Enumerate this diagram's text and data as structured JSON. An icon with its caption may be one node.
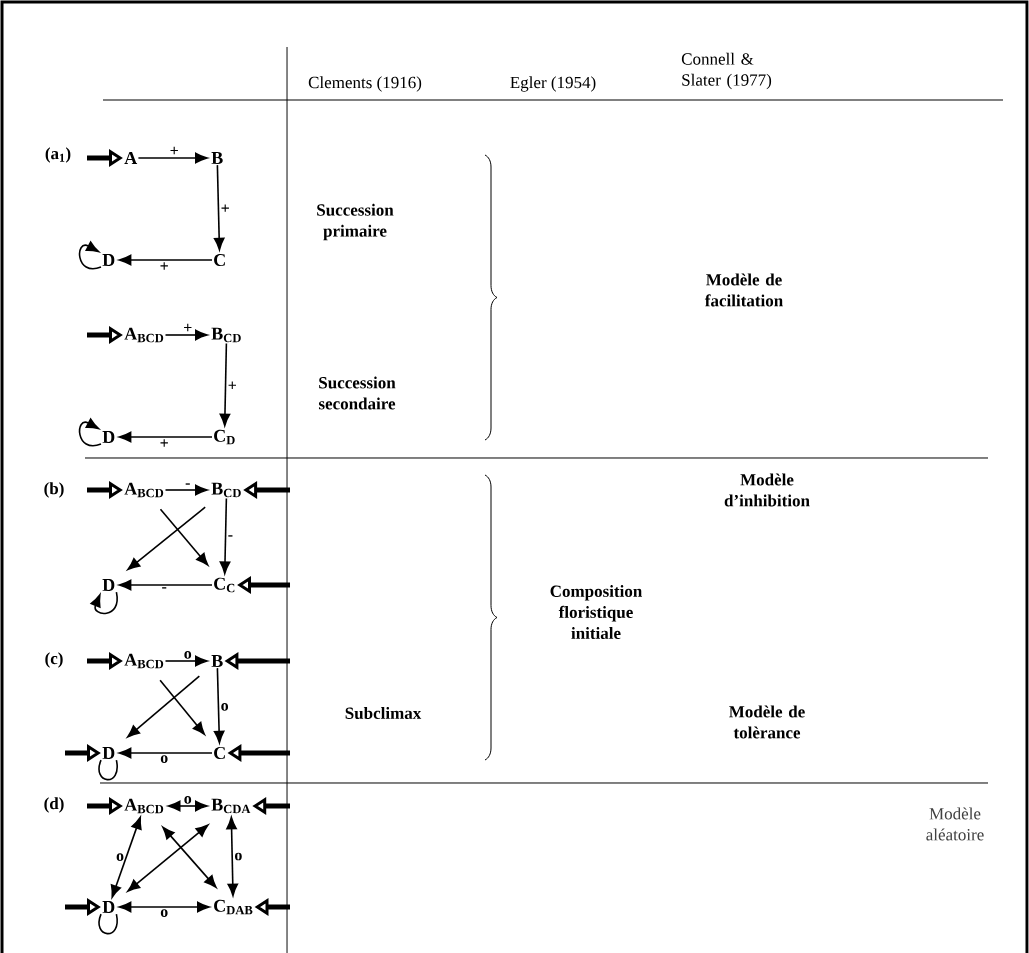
{
  "diagram": {
    "nodes": [
      {
        "text": [
          "A"
        ]
      },
      {
        "text": [
          "B"
        ]
      },
      {
        "text": [
          "C"
        ]
      },
      {
        "text": [
          "D"
        ]
      },
      {
        "text": [
          "A$_{BCD}$"
        ]
      },
      {
        "text": [
          "B$_{CD}$"
        ]
      },
      {
        "text": [
          "C$_{D}$"
        ]
      },
      {
        "text": [
          "D"
        ]
      },
      {
        "text": [
          "A$_{BCD}$"
        ]
      },
      {
        "text": [
          "B$_{CD}$"
        ]
      },
      {
        "text": [
          "C$_{C}$"
        ]
      },
      {
        "text": [
          "D"
        ]
      },
      {
        "text": [
          "A$_{BCD}$"
        ]
      },
      {
        "text": [
          "B"
        ]
      },
      {
        "text": [
          "C"
        ]
      },
      {
        "text": [
          "D"
        ]
      },
      {
        "text": [
          "A$_{BCD}$"
        ]
      },
      {
        "text": [
          "B$_{CDA}$"
        ]
      },
      {
        "text": [
          "C$_{DAB}$"
        ]
      },
      {
        "text": [
          "D"
        ]
      }
    ],
    "edges": [
      {
        "from": null,
        "to": 0,
        "arrow": "to",
        "style": "thick"
      },
      {
        "from": 0,
        "to": 1,
        "arrow": "to",
        "label": "+"
      },
      {
        "from": 1,
        "to": 2,
        "arrow": "to",
        "label": "+"
      },
      {
        "from": 2,
        "to": 3,
        "arrow": "to",
        "label": "+"
      },
      {
        "from": 3,
        "to": 3,
        "arrow": "to"
      },
      {
        "from": null,
        "to": 4,
        "arrow": "to",
        "style": "thick"
      },
      {
        "from": 4,
        "to": 5,
        "arrow": "to",
        "label": "+"
      },
      {
        "from": 5,
        "to": 6,
        "arrow": "to",
        "label": "+"
      },
      {
        "from": 6,
        "to": 7,
        "arrow": "to",
        "label": "+"
      },
      {
        "from": 7,
        "to": 7,
        "arrow": "to"
      },
      {
        "from": null,
        "to": 8,
        "arrow": "to",
        "style": "thick"
      },
      {
        "from": null,
        "to": 9,
        "arrow": "to",
        "style": "thick"
      },
      {
        "from": null,
        "to": 10,
        "arrow": "to",
        "style": "thick"
      },
      {
        "from": 8,
        "to": 9,
        "arrow": "to",
        "label": "-"
      },
      {
        "from": 9,
        "to": 10,
        "arrow": "to",
        "label": "-"
      },
      {
        "from": 10,
        "to": 11,
        "arrow": "to",
        "label": "-"
      },
      {
        "from": 9,
        "to": 11,
        "arrow": "to"
      },
      {
        "from": 8,
        "to": 10,
        "arrow": "to"
      },
      {
        "from": 11,
        "to": 11,
        "arrow": "to"
      },
      {
        "from": null,
        "to": 12,
        "arrow": "to",
        "style": "thick"
      },
      {
        "from": null,
        "to": 13,
        "arrow": "to",
        "style": "thick"
      },
      {
        "from": null,
        "to": 14,
        "arrow": "to",
        "style": "thick"
      },
      {
        "from": null,
        "to": 15,
        "arrow": "to",
        "style": "thick"
      },
      {
        "from": 12,
        "to": 13,
        "arrow": "to",
        "label": "o"
      },
      {
        "from": 13,
        "to": 14,
        "arrow": "to",
        "label": "o"
      },
      {
        "from": 14,
        "to": 15,
        "arrow": "to",
        "label": "o"
      },
      {
        "from": 13,
        "to": 15,
        "arrow": "to"
      },
      {
        "from": 12,
        "to": 14,
        "arrow": "to"
      },
      {
        "from": 15,
        "to": 15,
        "arrow": "none"
      },
      {
        "from": null,
        "to": 16,
        "arrow": "to",
        "style": "thick"
      },
      {
        "from": null,
        "to": 17,
        "arrow": "to",
        "style": "thick"
      },
      {
        "from": null,
        "to": 18,
        "arrow": "to",
        "style": "thick"
      },
      {
        "from": null,
        "to": 19,
        "arrow": "to",
        "style": "thick"
      },
      {
        "from": 16,
        "to": 17,
        "arrow": "both",
        "label": "o"
      },
      {
        "from": 16,
        "to": 19,
        "arrow": "both",
        "label": "o"
      },
      {
        "from": 17,
        "to": 18,
        "arrow": "both",
        "label": "o"
      },
      {
        "from": 19,
        "to": 18,
        "arrow": "both",
        "label": "o"
      },
      {
        "from": 16,
        "to": 18,
        "arrow": "both"
      },
      {
        "from": 17,
        "to": 19,
        "arrow": "both"
      },
      {
        "from": 19,
        "to": 19,
        "arrow": "none"
      }
    ],
    "labels": [
      "Clements (1916)",
      "Egler (1954)",
      "Connell & Slater (1977)",
      "(a$_{1}$)",
      "Succession primaire",
      "Succession secondaire",
      "Modèle de facilitation",
      "(b)",
      "Modèle d’inhibition",
      "Composition floristique initiale",
      "(c)",
      "Subclimax",
      "Modèle de tolèrance",
      "(d)",
      "Modèle aléatoire"
    ]
  }
}
